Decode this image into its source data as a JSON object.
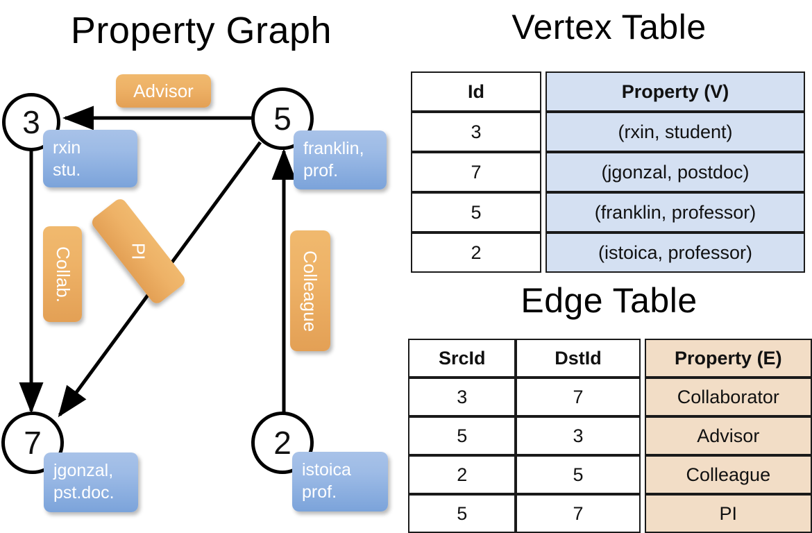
{
  "titles": {
    "property_graph": "Property Graph",
    "vertex_table": "Vertex Table",
    "edge_table": "Edge Table"
  },
  "colors": {
    "vertex_header_fill": "#d4e0f2",
    "edge_header_fill": "#f2ddc6",
    "node_property_box": "#7ba3da",
    "edge_label_box": "#e3a055",
    "stroke": "#000000"
  },
  "graph": {
    "nodes": [
      {
        "id": "3",
        "property": "rxin\nstu."
      },
      {
        "id": "5",
        "property": "franklin,\nprof."
      },
      {
        "id": "7",
        "property": "jgonzal,\npst.doc."
      },
      {
        "id": "2",
        "property": "istoica\nprof."
      }
    ],
    "edge_labels": [
      {
        "name": "advisor",
        "text": "Advisor",
        "orientation": "horizontal"
      },
      {
        "name": "collab",
        "text": "Collab.",
        "orientation": "vertical"
      },
      {
        "name": "pi",
        "text": "PI",
        "orientation": "diagonal"
      },
      {
        "name": "colleague",
        "text": "Colleague",
        "orientation": "vertical"
      }
    ]
  },
  "vertex_table": {
    "headers": [
      "Id",
      "Property (V)"
    ],
    "rows": [
      [
        "3",
        "(rxin, student)"
      ],
      [
        "7",
        "(jgonzal, postdoc)"
      ],
      [
        "5",
        "(franklin, professor)"
      ],
      [
        "2",
        "(istoica, professor)"
      ]
    ]
  },
  "edge_table": {
    "headers": [
      "SrcId",
      "DstId",
      "Property (E)"
    ],
    "rows": [
      [
        "3",
        "7",
        "Collaborator"
      ],
      [
        "5",
        "3",
        "Advisor"
      ],
      [
        "2",
        "5",
        "Colleague"
      ],
      [
        "5",
        "7",
        "PI"
      ]
    ]
  }
}
